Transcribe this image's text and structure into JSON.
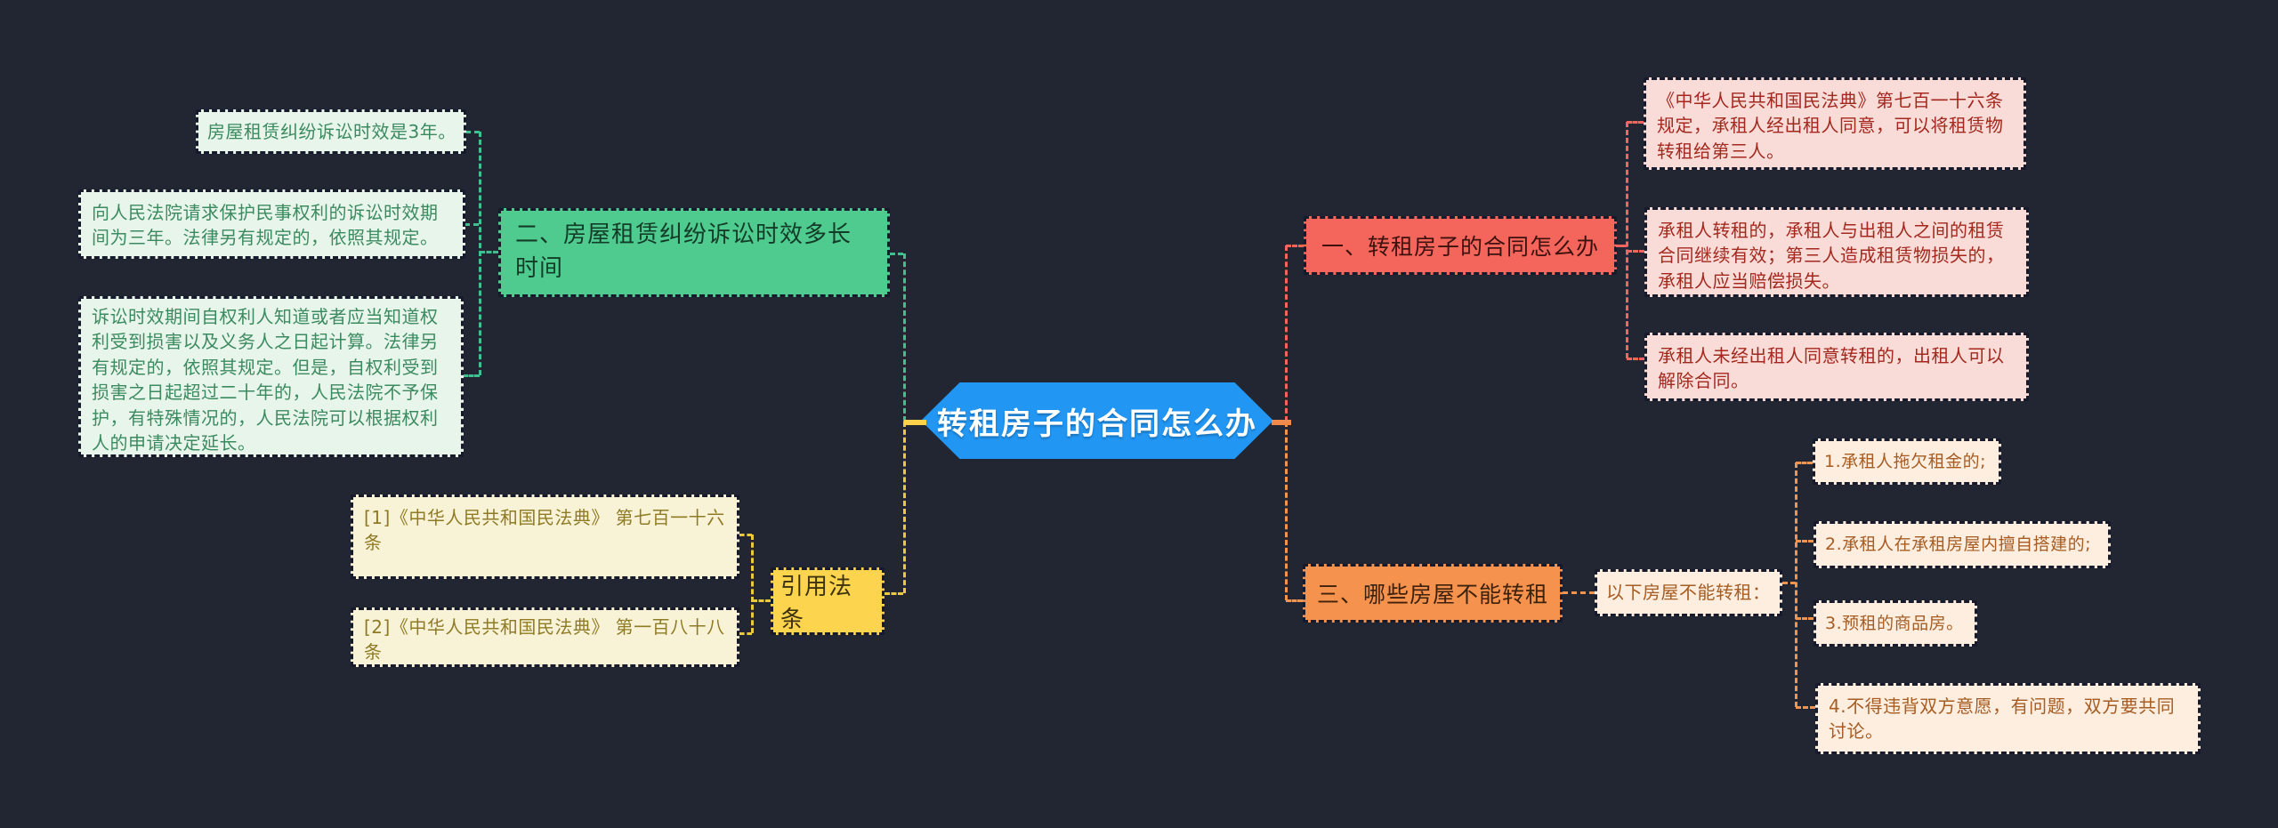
{
  "center": {
    "label": "转租房子的合同怎么办"
  },
  "branch_limitation": {
    "label": "二、房屋租赁纠纷诉讼时效多长时间",
    "notes": [
      "房屋租赁纠纷诉讼时效是3年。",
      "向人民法院请求保护民事权利的诉讼时效期间为三年。法律另有规定的，依照其规定。",
      "诉讼时效期间自权利人知道或者应当知道权利受到损害以及义务人之日起计算。法律另有规定的，依照其规定。但是，自权利受到损害之日起超过二十年的，人民法院不予保护，有特殊情况的，人民法院可以根据权利人的申请决定延长。"
    ]
  },
  "branch_contract": {
    "label": "一、转租房子的合同怎么办",
    "notes": [
      "《中华人民共和国民法典》第七百一十六条规定，承租人经出租人同意，可以将租赁物转租给第三人。",
      "承租人转租的，承租人与出租人之间的租赁合同继续有效；第三人造成租赁物损失的，承租人应当赔偿损失。",
      "承租人未经出租人同意转租的，出租人可以解除合同。"
    ]
  },
  "branch_citation": {
    "label": "引用法条",
    "notes": [
      "[1]《中华人民共和国民法典》 第七百一十六条",
      "[2]《中华人民共和国民法典》 第一百八十八条"
    ]
  },
  "branch_no_sublet": {
    "label": "三、哪些房屋不能转租",
    "intro": "以下房屋不能转租：",
    "notes": [
      "1.承租人拖欠租金的;",
      "2.承租人在承租房屋内擅自搭建的;",
      "3.预租的商品房。",
      "4.不得违背双方意愿，有问题，双方要共同讨论。"
    ]
  },
  "colors": {
    "background": "#222632",
    "center_node": "#2196f3",
    "branch_limitation_node": "#4fcb8f",
    "branch_contract_node": "#f4655c",
    "branch_citation_node": "#fdd44e",
    "branch_no_sublet_node": "#f5924e",
    "mint_note": "#e7f5eb",
    "pink_note": "#f9dcd8",
    "cream_note": "#f8f3d7",
    "peach_note": "#fdeee0",
    "connector_teal": "#3ec08f",
    "connector_yellow": "#e8c93f",
    "connector_red": "#f4655e",
    "connector_orange": "#ef9550"
  }
}
